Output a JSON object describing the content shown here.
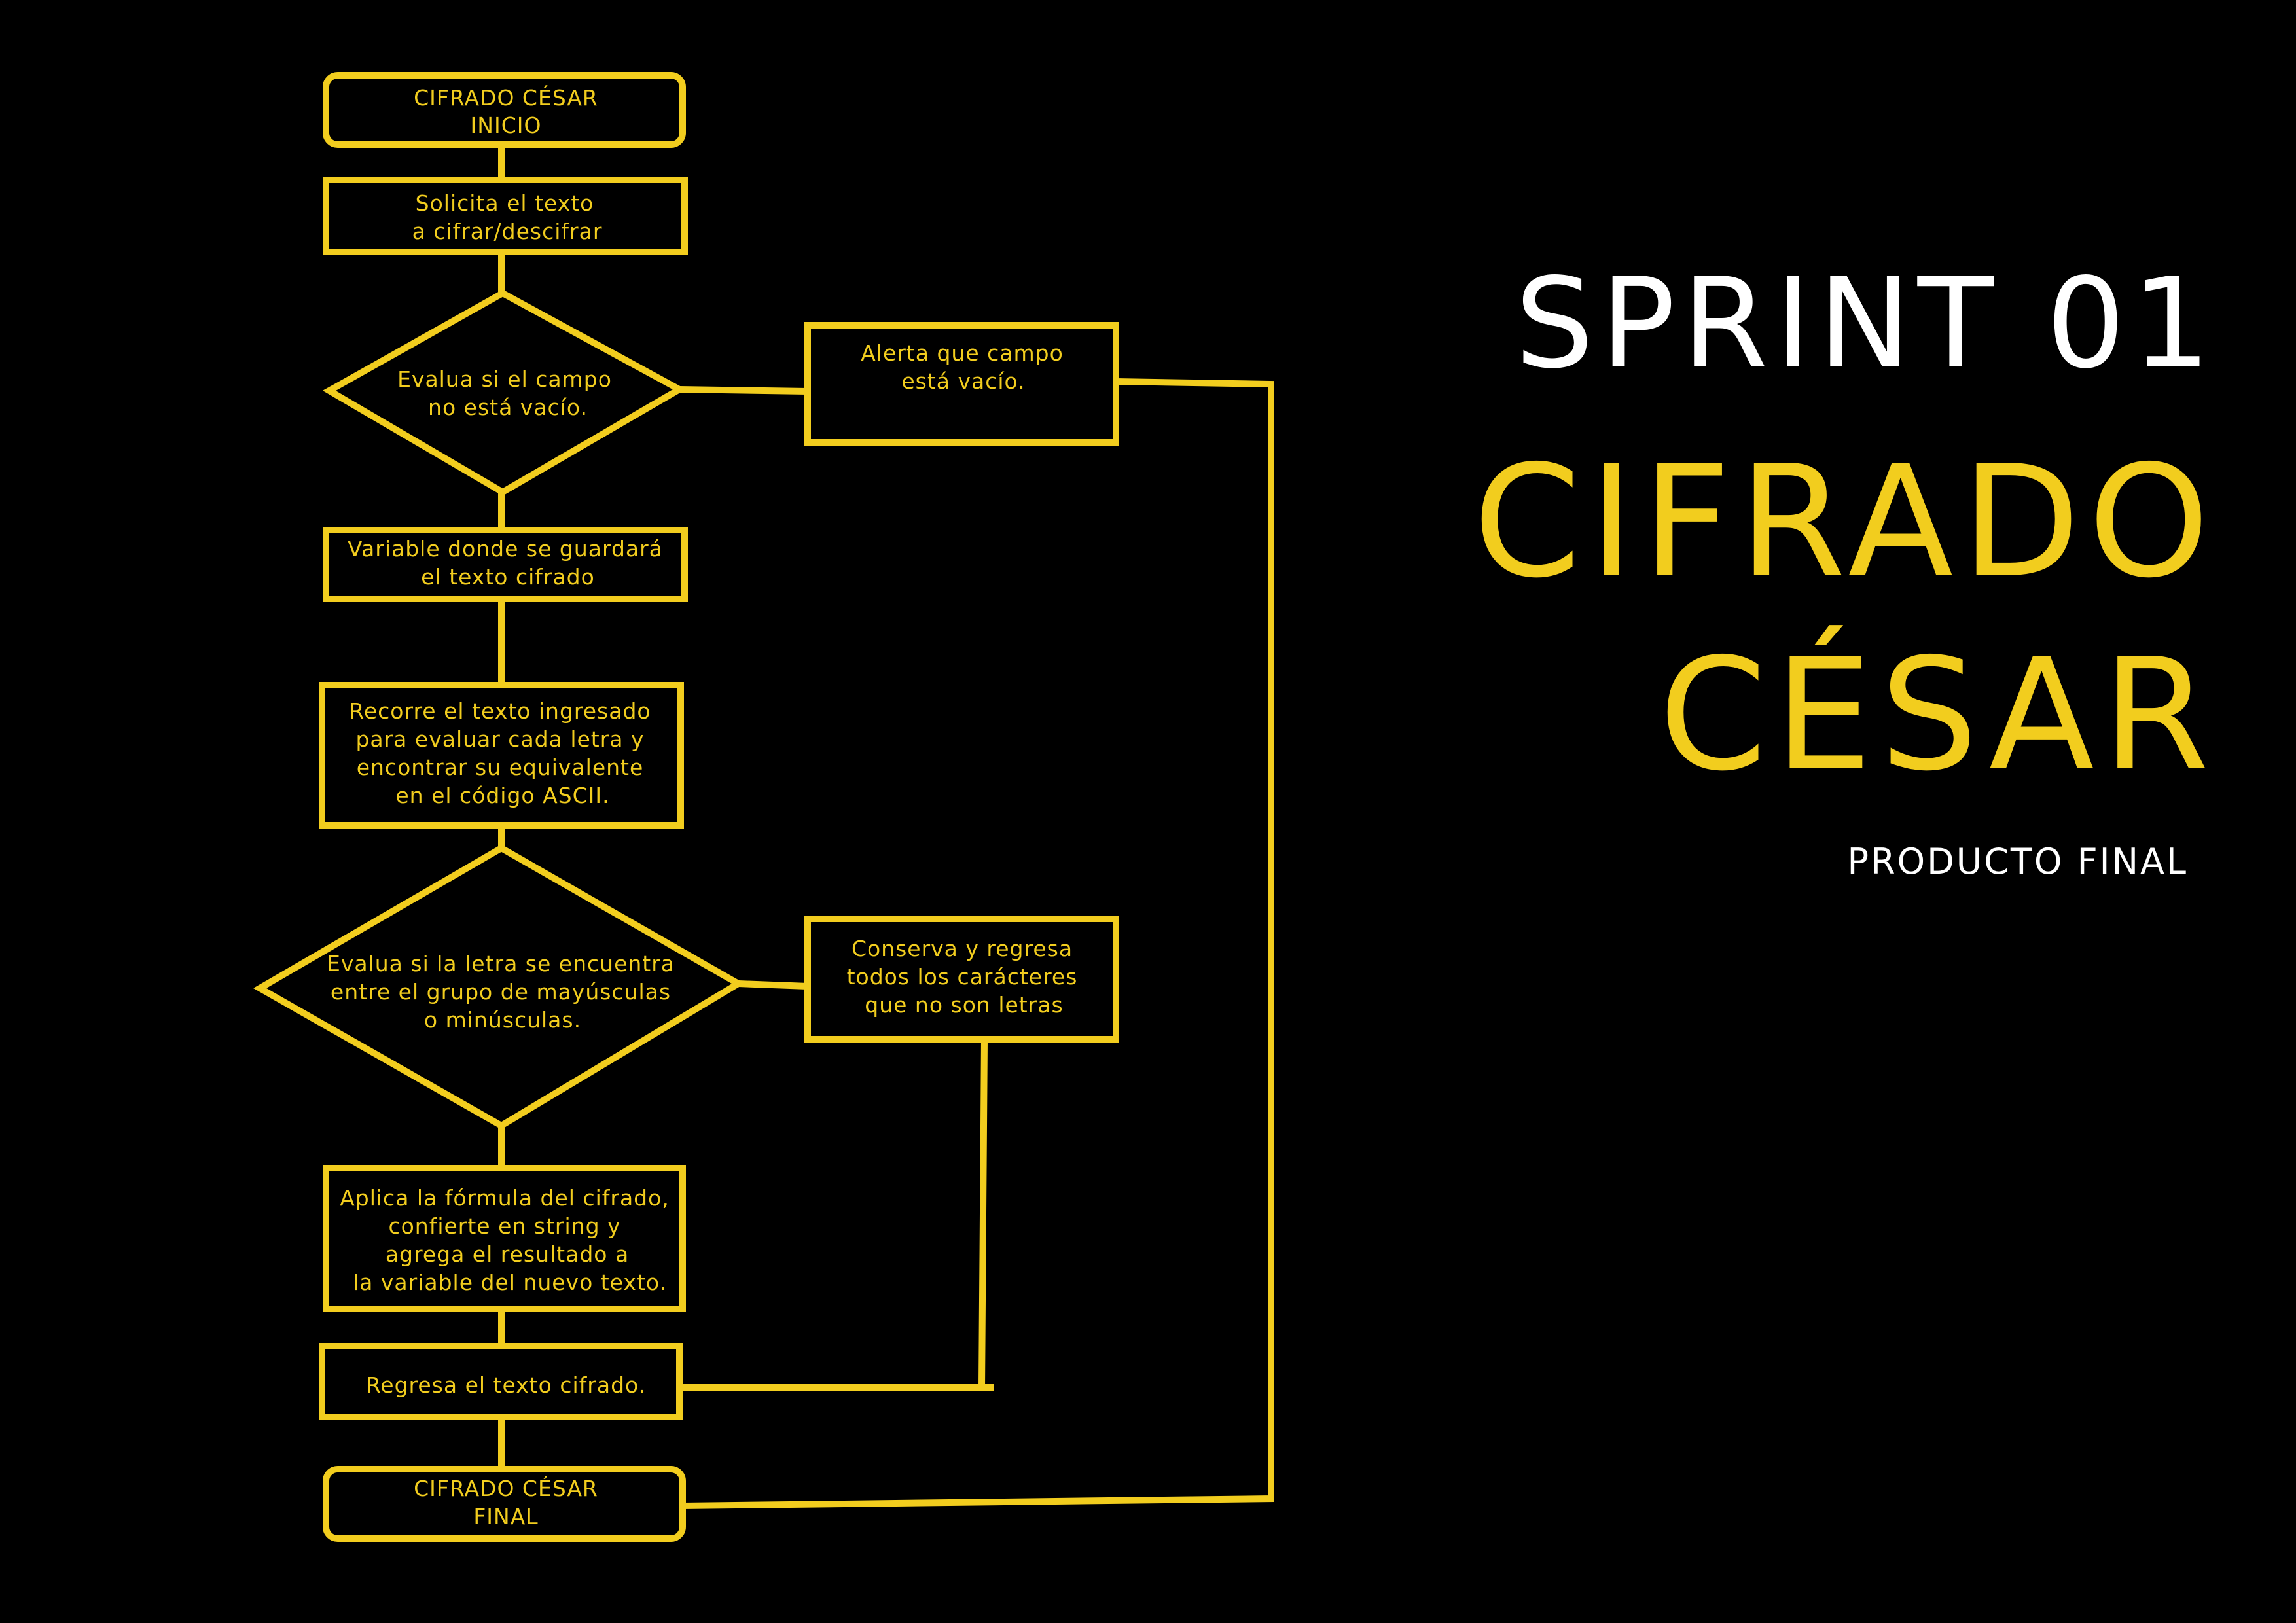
{
  "header": {
    "sprint": "SPRINT 01",
    "title_line1": "CIFRADO",
    "title_line2": "CÉSAR",
    "subtitle": "PRODUCTO FINAL"
  },
  "colors": {
    "accent": "#f2cd1e",
    "background": "#000000",
    "text_light": "#ffffff"
  },
  "flowchart": {
    "start": {
      "line1": "CIFRADO CÉSAR",
      "line2": "INICIO"
    },
    "input": {
      "line1": "Solicita el texto",
      "line2": "a cifrar/descifrar"
    },
    "check_empty": {
      "line1": "Evalua si el campo",
      "line2": "no está vacío."
    },
    "alert_empty": {
      "line1": "Alerta que campo",
      "line2": "está vacío."
    },
    "variable": {
      "line1": "Variable donde se guardará",
      "line2": "el texto cifrado"
    },
    "loop": {
      "line1": "Recorre el texto ingresado",
      "line2": "para evaluar cada letra y",
      "line3": "encontrar su equivalente",
      "line4": "en el código ASCII."
    },
    "check_letter": {
      "line1": "Evalua si la letra se encuentra",
      "line2": "entre el grupo de mayúsculas",
      "line3": "o minúsculas."
    },
    "keep_chars": {
      "line1": "Conserva y regresa",
      "line2": "todos los carácteres",
      "line3": "que no son letras"
    },
    "apply_formula": {
      "line1": "Aplica la fórmula del cifrado,",
      "line2": "confierte en string y",
      "line3": "agrega el resultado a",
      "line4": "la variable del nuevo texto."
    },
    "return_text": {
      "line1": "Regresa el texto cifrado."
    },
    "end": {
      "line1": "CIFRADO CÉSAR",
      "line2": "FINAL"
    }
  }
}
